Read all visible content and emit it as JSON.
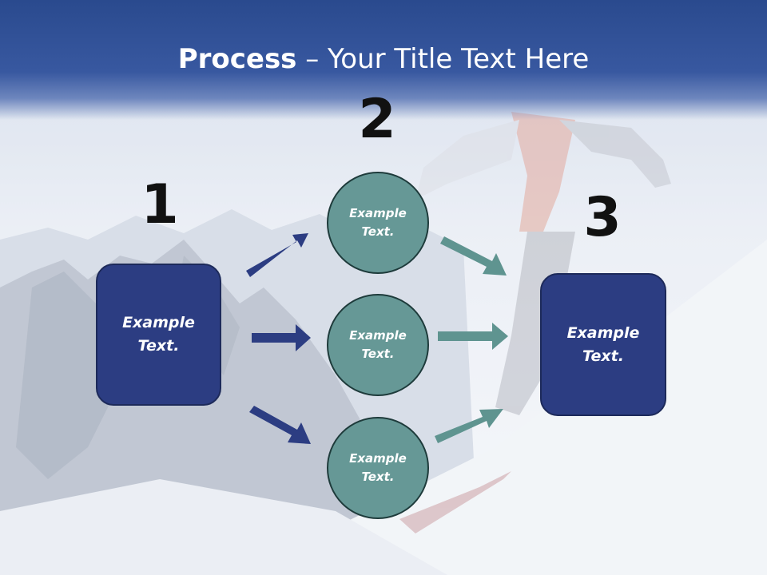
{
  "title": {
    "bold": "Process",
    "rest": " – Your Title Text Here"
  },
  "steps": {
    "one": "1",
    "two": "2",
    "three": "3"
  },
  "left_box": {
    "text": "Example Text."
  },
  "right_box": {
    "text": "Example Text."
  },
  "circles": [
    {
      "text": "Example Text."
    },
    {
      "text": "Example Text."
    },
    {
      "text": "Example Text."
    }
  ],
  "colors": {
    "header": "#2a4a8e",
    "box": "#2c3d82",
    "circle": "#669896",
    "arrow_blue": "#2c3d82",
    "arrow_teal": "#5f9490"
  }
}
